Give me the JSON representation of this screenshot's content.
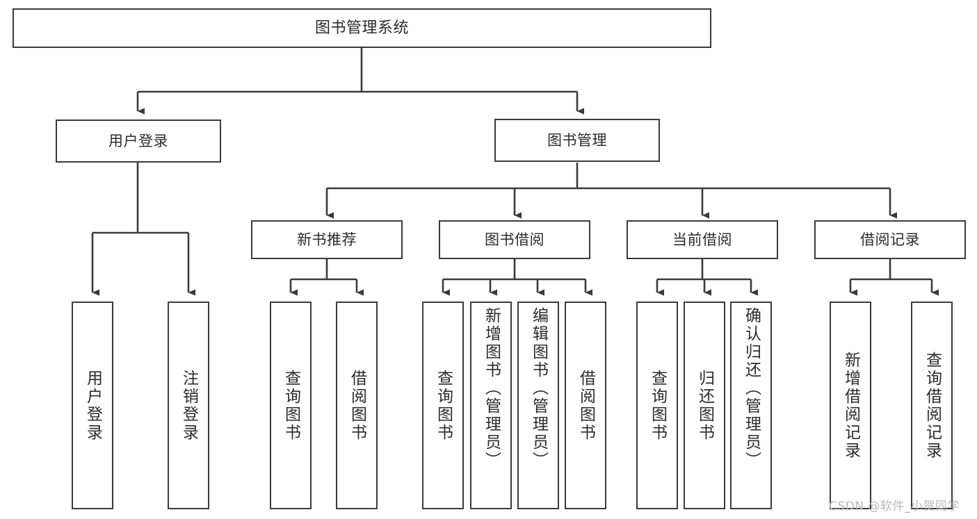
{
  "diagram": {
    "title": "图书管理系统",
    "type": "tree-hierarchy-chart",
    "root": {
      "label": "图书管理系统"
    },
    "level1": [
      {
        "label": "用户登录"
      },
      {
        "label": "图书管理"
      }
    ],
    "level2": [
      {
        "label": "新书推荐"
      },
      {
        "label": "图书借阅"
      },
      {
        "label": "当前借阅"
      },
      {
        "label": "借阅记录"
      }
    ],
    "leaves": {
      "user_login": [
        {
          "label": "用户登录"
        },
        {
          "label": "注销登录"
        }
      ],
      "new_book_recommend": [
        {
          "label": "查询图书"
        },
        {
          "label": "借阅图书"
        }
      ],
      "book_borrow": [
        {
          "label": "查询图书"
        },
        {
          "label": "新增图书（管理员）"
        },
        {
          "label": "编辑图书（管理员）"
        },
        {
          "label": "借阅图书"
        }
      ],
      "current_borrow": [
        {
          "label": "查询图书"
        },
        {
          "label": "归还图书"
        },
        {
          "label": "确认归还（管理员）"
        }
      ],
      "borrow_record": [
        {
          "label": "新增借阅记录"
        },
        {
          "label": "查询借阅记录"
        }
      ]
    },
    "watermark": "CSDN @软件_小贺同学",
    "colors": {
      "stroke": "#3a3a3a",
      "text": "#2b2b2b",
      "background": "#ffffff",
      "watermark": "#b8b8b8"
    }
  }
}
